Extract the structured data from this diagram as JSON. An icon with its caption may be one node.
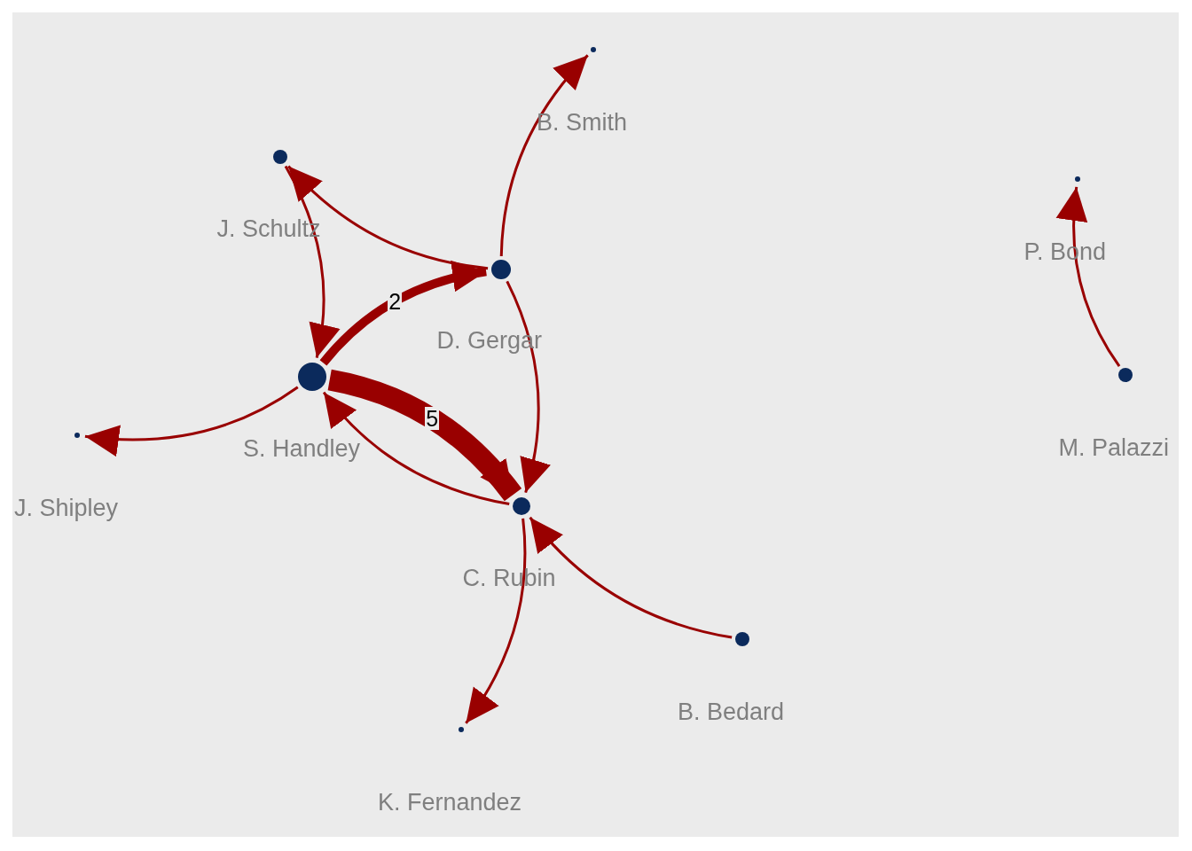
{
  "diagram": {
    "nodes": [
      {
        "text": [],
        "shape": "circle",
        "beside": [
          "B. Smith"
        ]
      },
      {
        "text": [],
        "shape": "circle",
        "beside": [
          "J. Schultz"
        ]
      },
      {
        "text": [],
        "shape": "circle",
        "beside": [
          "D. Gergar"
        ]
      },
      {
        "text": [],
        "shape": "circle",
        "beside": [
          "S. Handley"
        ]
      },
      {
        "text": [],
        "shape": "circle",
        "beside": [
          "J. Shipley"
        ]
      },
      {
        "text": [],
        "shape": "circle",
        "beside": [
          "C. Rubin"
        ]
      },
      {
        "text": [],
        "shape": "circle",
        "beside": [
          "K. Fernandez"
        ]
      },
      {
        "text": [],
        "shape": "circle",
        "beside": [
          "B. Bedard"
        ]
      },
      {
        "text": [],
        "shape": "circle",
        "beside": [
          "P. Bond"
        ]
      },
      {
        "text": [],
        "shape": "circle",
        "beside": [
          "M. Palazzi"
        ]
      }
    ],
    "edges": [
      {
        "from": 2,
        "to": 0,
        "arrow": "to"
      },
      {
        "from": 2,
        "to": 1,
        "arrow": "to"
      },
      {
        "from": 1,
        "to": 3,
        "arrow": "to"
      },
      {
        "from": 3,
        "to": 2,
        "arrow": "to",
        "label": "2",
        "style": "thick"
      },
      {
        "from": 3,
        "to": 4,
        "arrow": "to"
      },
      {
        "from": 3,
        "to": 5,
        "arrow": "to",
        "label": "5",
        "style": "thick"
      },
      {
        "from": 5,
        "to": 3,
        "arrow": "to"
      },
      {
        "from": 2,
        "to": 5,
        "arrow": "to"
      },
      {
        "from": 5,
        "to": 6,
        "arrow": "to"
      },
      {
        "from": 7,
        "to": 5,
        "arrow": "to"
      },
      {
        "from": 9,
        "to": 8,
        "arrow": "to"
      }
    ]
  }
}
